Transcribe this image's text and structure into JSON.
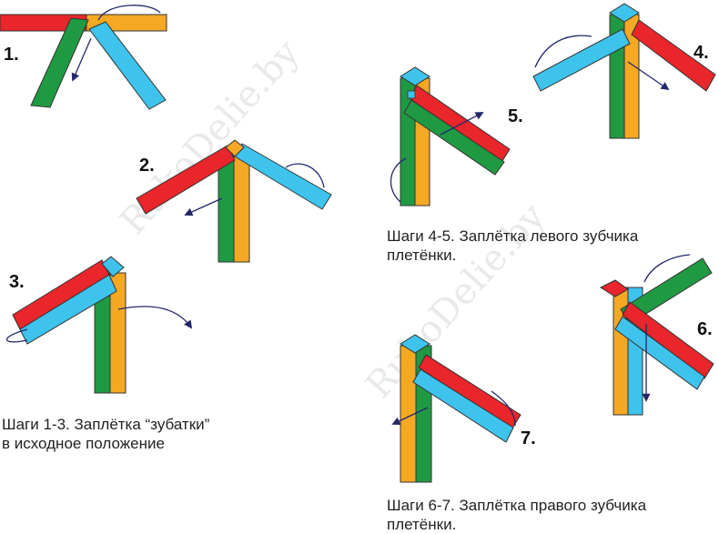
{
  "colors": {
    "red": "#e8262b",
    "green": "#1f9a43",
    "orange": "#f5a823",
    "blue": "#3ec3ec",
    "arrow": "#23286b",
    "outline": "#333333"
  },
  "steps": [
    {
      "label": "1."
    },
    {
      "label": "2."
    },
    {
      "label": "3."
    },
    {
      "label": "4."
    },
    {
      "label": "5."
    },
    {
      "label": "6."
    },
    {
      "label": "7."
    }
  ],
  "captions": {
    "steps_1_3": {
      "line1": "Шаги 1-3. Заплётка “зубатки”",
      "line2": "в исходное положение"
    },
    "steps_4_5": {
      "line1": "Шаги 4-5. Заплётка левого зубчика",
      "line2": "плетёнки."
    },
    "steps_6_7": {
      "line1": "Шаги 6-7. Заплётка правого зубчика",
      "line2": "плетёнки."
    }
  },
  "watermark": {
    "text": "RukoDelie.by"
  }
}
